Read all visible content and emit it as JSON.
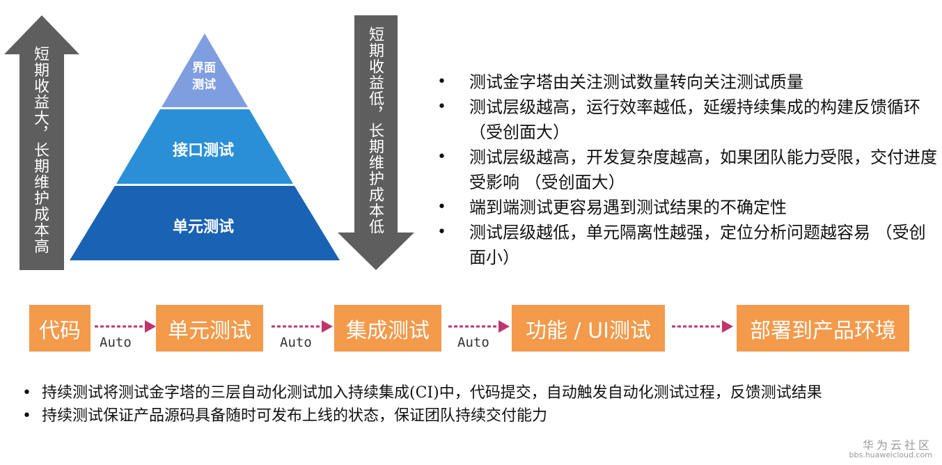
{
  "left_arrow": {
    "text": "短期收益大，长期维护成本高",
    "color": "#5e5e5e"
  },
  "right_arrow": {
    "text": "短期收益低，长期维护成本低",
    "color": "#5e5e5e"
  },
  "pyramid": {
    "top": {
      "label": "界面\n测试",
      "color": "#7f9ee0"
    },
    "middle": {
      "label": "接口测试",
      "color": "#2b8fd8"
    },
    "bottom": {
      "label": "单元测试",
      "color": "#1a62b4"
    }
  },
  "right_bullets": [
    "测试金字塔由关注测试数量转向关注测试质量",
    "测试层级越高，运行效率越低，延缓持续集成的构建反馈循环 （受创面大）",
    "测试层级越高，开发复杂度越高，如果团队能力受限，交付进度受影响 （受创面大）",
    "端到端测试更容易遇到测试结果的不确定性",
    "测试层级越低，单元隔离性越强，定位分析问题越容易 （受创面小）"
  ],
  "flow": {
    "box_color": "#f39a4b",
    "arrow_color": "#c0356b",
    "steps": [
      "代码",
      "单元测试",
      "集成测试",
      "功能 / UI测试",
      "部署到产品环境"
    ],
    "transitions": [
      "Auto",
      "Auto",
      "Auto",
      ""
    ]
  },
  "bottom_bullets": [
    "持续测试将测试金字塔的三层自动化测试加入持续集成(CI)中，代码提交，自动触发自动化测试过程，反馈测试结果",
    "持续测试保证产品源码具备随时可发布上线的状态，保证团队持续交付能力"
  ],
  "watermark": {
    "name": "华为云社区",
    "url": "bbs.huaweicloud.com"
  }
}
